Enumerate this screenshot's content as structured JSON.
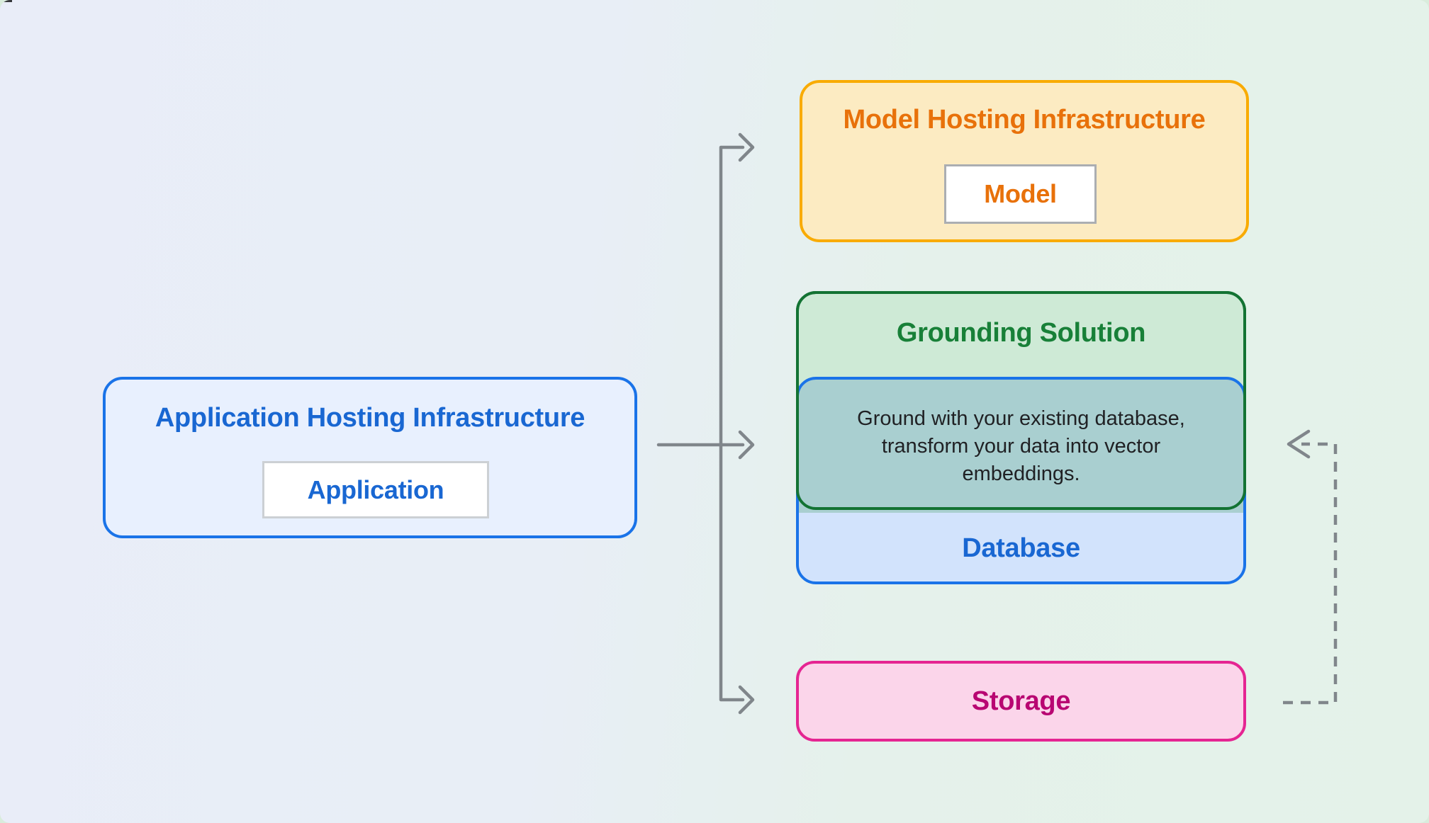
{
  "background": {
    "gradient_left": "#e9edf8",
    "gradient_right": "#e4f2e9"
  },
  "boxes": {
    "application": {
      "title": "Application Hosting Infrastructure",
      "chip_label": "Application",
      "fill": "#e8f0fe",
      "border": "#1a73e8",
      "text_color": "#1967d2"
    },
    "model": {
      "title": "Model Hosting Infrastructure",
      "chip_label": "Model",
      "fill": "#fcebc2",
      "border": "#f9ab00",
      "text_color": "#e8710a"
    },
    "grounding": {
      "title": "Grounding Solution",
      "description": "Ground with your existing database,\ntransform your data into vector\nembeddings.",
      "fill": "#ceead6",
      "border": "#137333",
      "text_color": "#188038",
      "overlap_fill": "#a9cfd0",
      "description_color": "#202124"
    },
    "database": {
      "label": "Database",
      "fill": "#d2e3fc",
      "border": "#1a73e8",
      "text_color": "#1967d2"
    },
    "storage": {
      "label": "Storage",
      "fill": "#fbd5ea",
      "border": "#e52592",
      "text_color": "#b80672"
    }
  },
  "connectors": {
    "color": "#80868b",
    "solid_arrows": [
      "application-to-model",
      "application-to-grounding",
      "application-to-storage"
    ],
    "dashed_arrow": "storage-to-grounding"
  }
}
